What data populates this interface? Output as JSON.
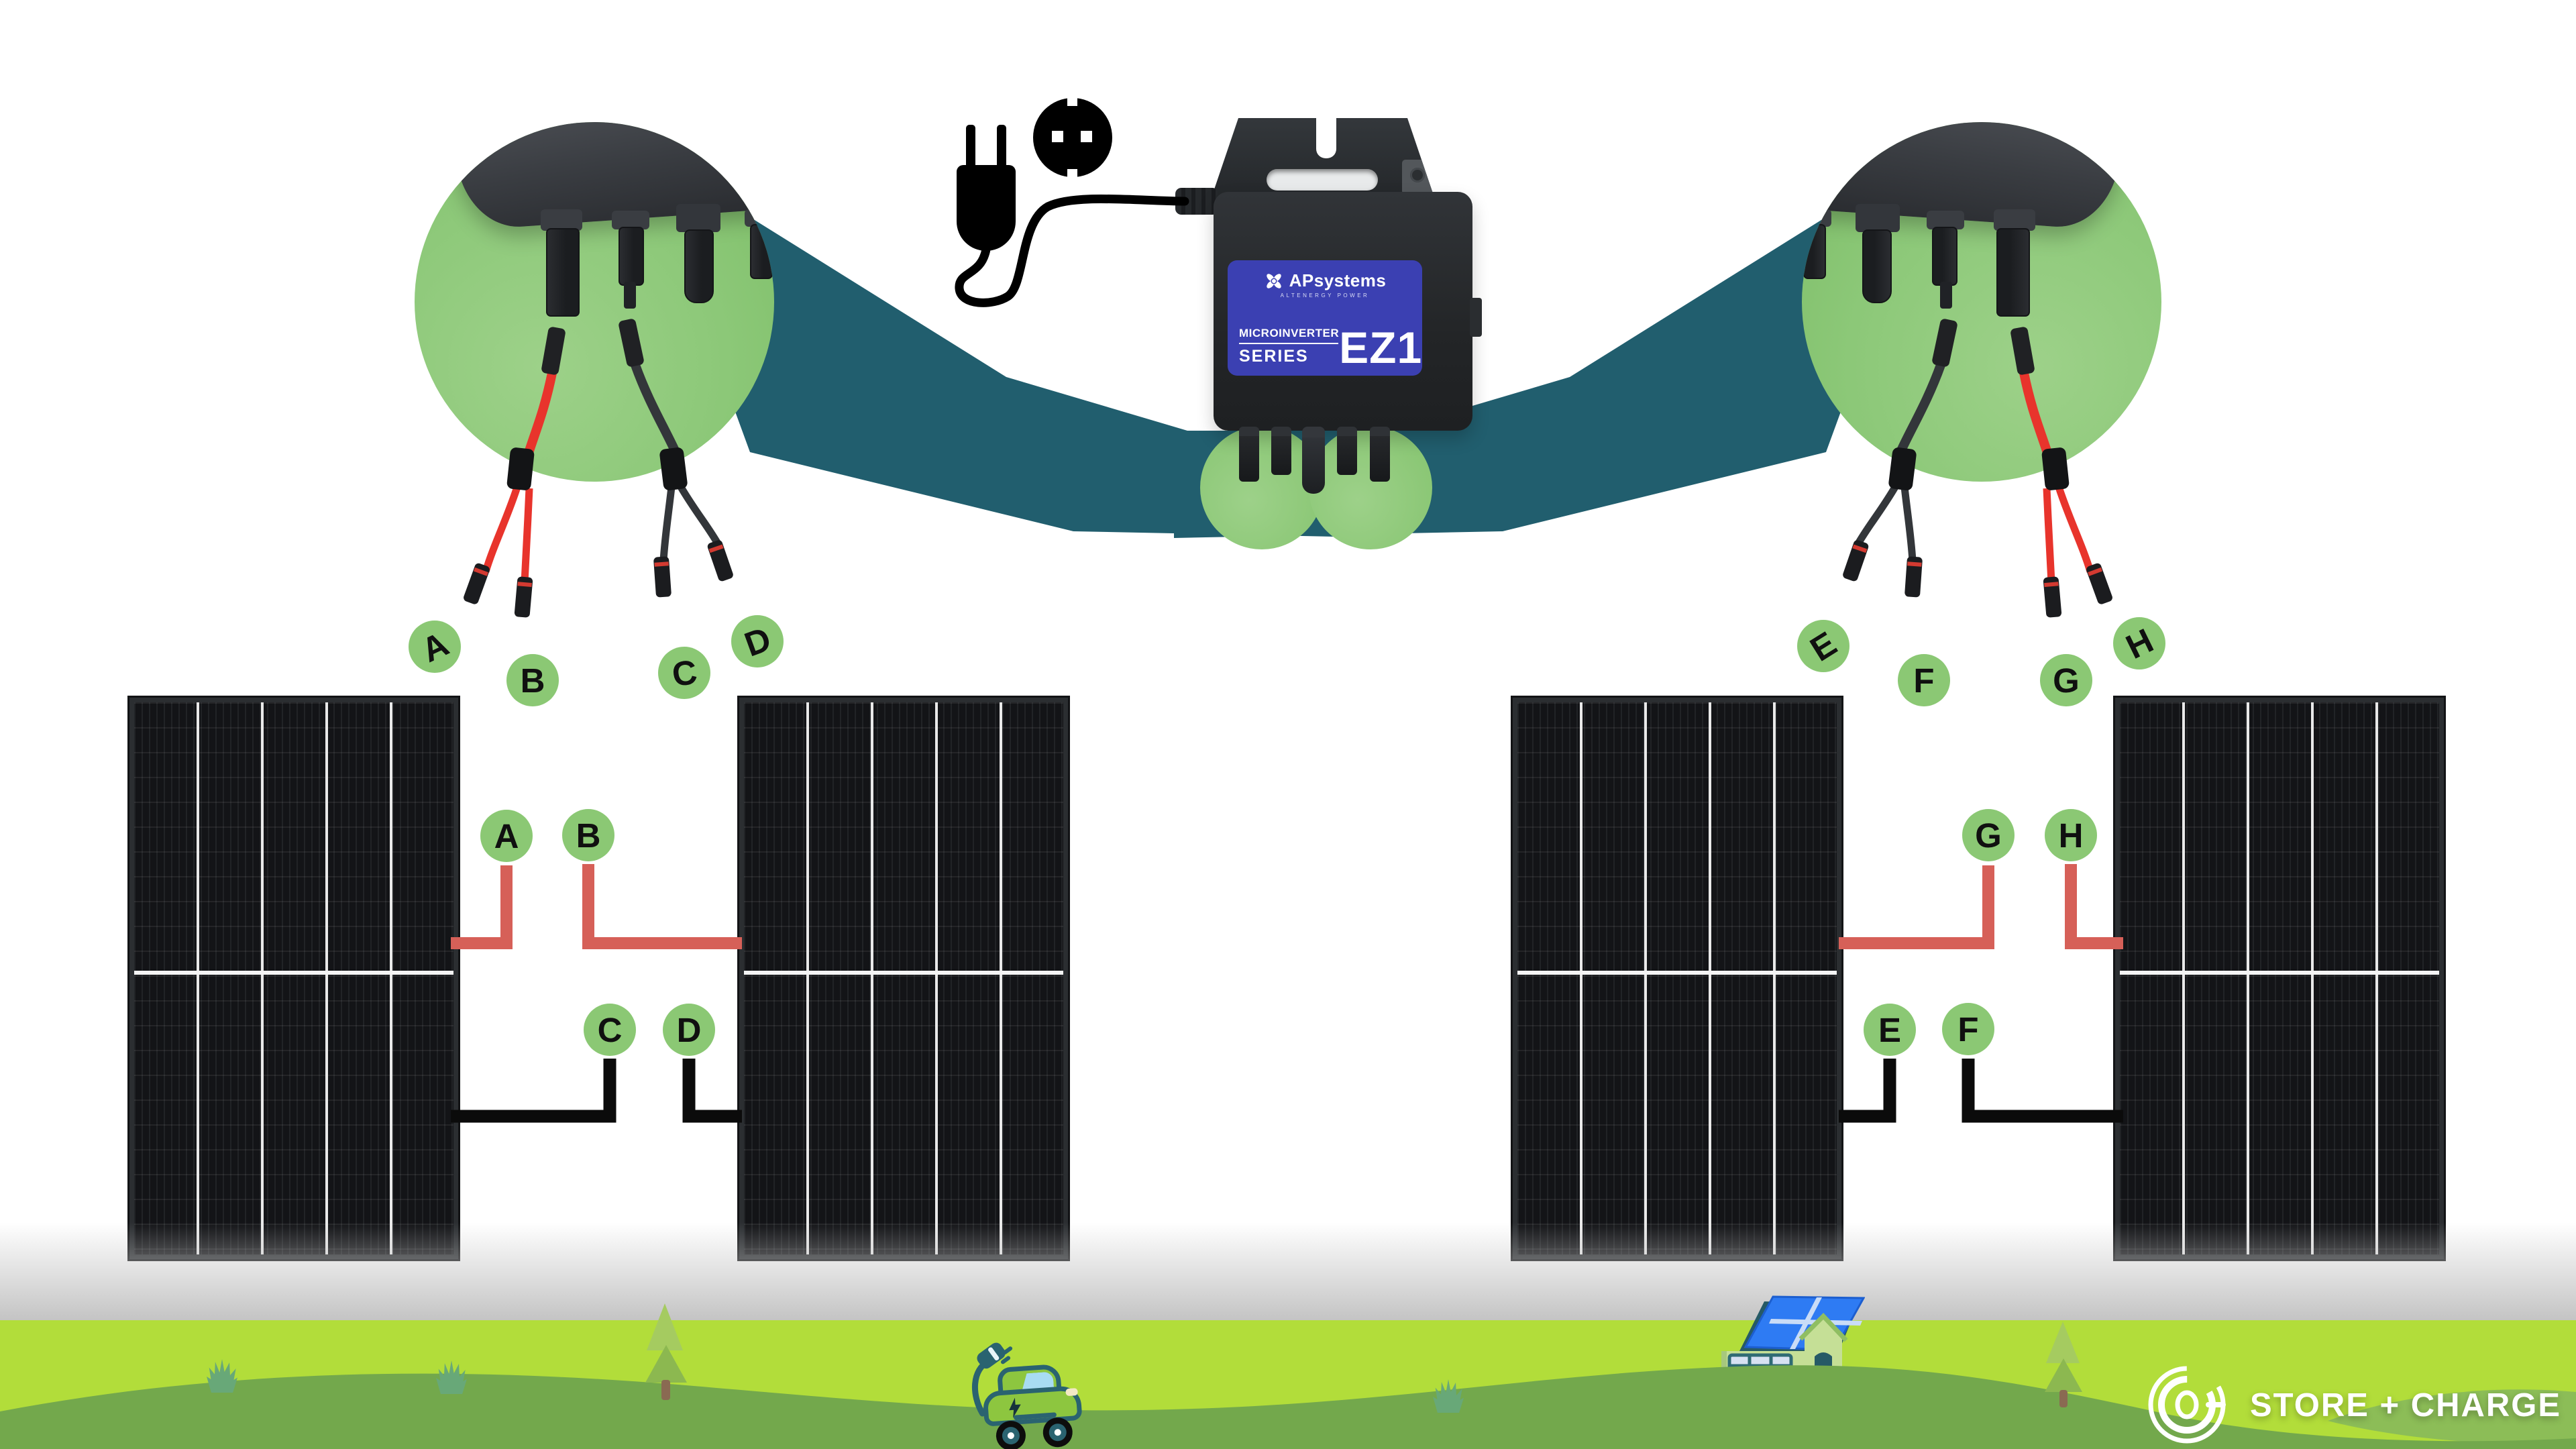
{
  "inverter": {
    "brand": "APsystems",
    "brand_subtitle": "ALTENERGY POWER",
    "series_label": "MICROINVERTER",
    "series_word": "SERIES",
    "model": "EZ1"
  },
  "labels": {
    "upper": [
      "A",
      "B",
      "C",
      "D",
      "E",
      "F",
      "G",
      "H"
    ],
    "wiring": [
      "A",
      "B",
      "C",
      "D",
      "E",
      "F",
      "G",
      "H"
    ]
  },
  "footer": {
    "logo_text": "STORE + CHARGE"
  },
  "colors": {
    "teal_beam": "#215e6e",
    "zoom_circle_green": "#8cc878",
    "label_circle_green": "#8bc874",
    "wire_red": "#d66058",
    "wire_black": "#0b0b0b",
    "inverter_label_blue": "#3b40b2",
    "footer_lime": "#b2dd3a",
    "hill_green": "#73a84c"
  },
  "icons": [
    "plug-icon",
    "socket-icon",
    "ev-car-icon",
    "solar-house-icon",
    "tree-icon",
    "grass-tuft-icon",
    "logo-rings-icon"
  ]
}
